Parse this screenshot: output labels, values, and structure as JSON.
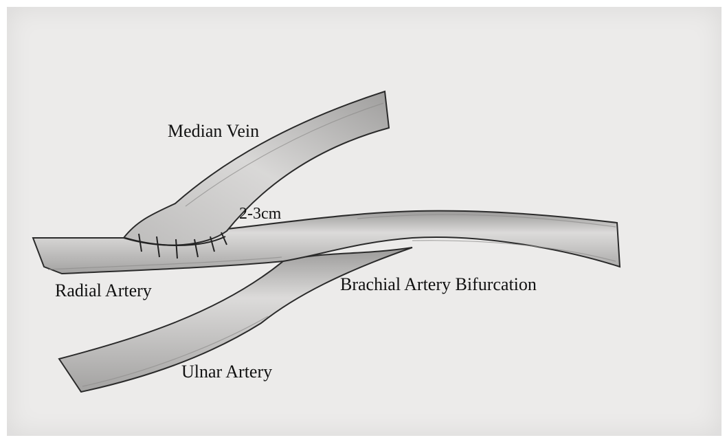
{
  "labels": {
    "median_vein": "Median Vein",
    "distance": "2-3cm",
    "radial_artery": "Radial Artery",
    "brachial_artery": "Brachial Artery Bifurcation",
    "ulnar_artery": "Ulnar Artery"
  },
  "colors": {
    "paper": "#ecebea",
    "vessel_fill": "#d2d1d0",
    "vessel_shade": "#8e8d8c",
    "outline": "#2a2a2a"
  }
}
